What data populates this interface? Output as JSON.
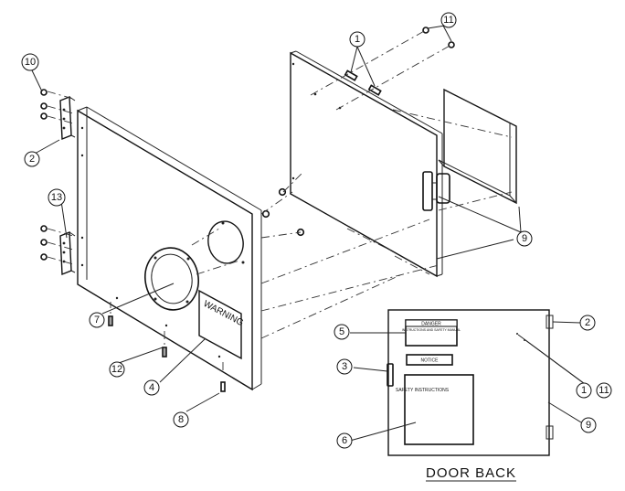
{
  "title": "DOOR BACK",
  "labels": {
    "warning": "WARNING",
    "danger": "DANGER",
    "danger_sub": "INSTRUCTIONS AND SAFETY MANUAL",
    "notice": "NOTICE",
    "safety": "SAFETY INSTRUCTIONS"
  },
  "callouts": {
    "c1a": "1",
    "c11a": "11",
    "c10": "10",
    "c2a": "2",
    "c13": "13",
    "c9a": "9",
    "c7": "7",
    "c12": "12",
    "c4": "4",
    "c8": "8",
    "c5": "5",
    "c3": "3",
    "c6": "6",
    "c2b": "2",
    "c1b": "1",
    "c11b": "11",
    "c9b": "9"
  }
}
